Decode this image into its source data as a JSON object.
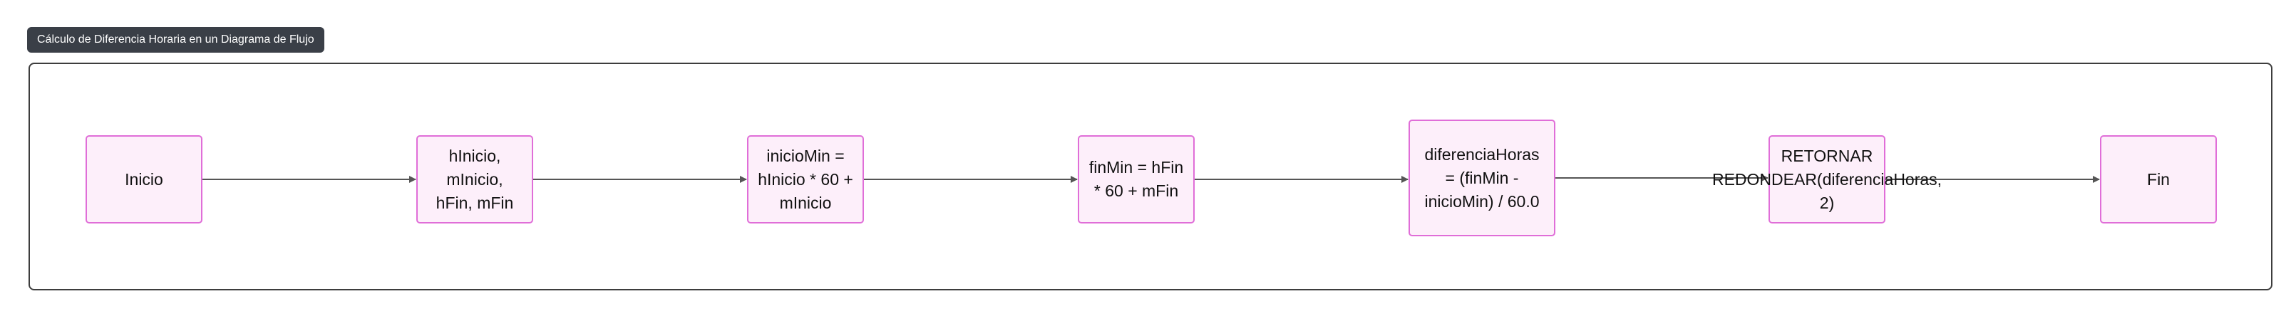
{
  "diagram": {
    "title": "Cálculo de Diferencia Horaria en un Diagrama de Flujo",
    "nodes": [
      {
        "id": "inicio",
        "label": "Inicio"
      },
      {
        "id": "entrada",
        "label": "hInicio, mInicio, hFin, mFin"
      },
      {
        "id": "inicio-min",
        "label": "inicioMin = hInicio * 60 + mInicio"
      },
      {
        "id": "fin-min",
        "label": "finMin = hFin * 60 + mFin"
      },
      {
        "id": "diferencia",
        "label": "diferenciaHoras = (finMin - inicioMin) / 60.0"
      },
      {
        "id": "retornar",
        "label": "RETORNAR REDONDEAR(diferenciaHoras, 2)"
      },
      {
        "id": "fin",
        "label": "Fin"
      }
    ],
    "edges": [
      {
        "from": "inicio",
        "to": "entrada"
      },
      {
        "from": "entrada",
        "to": "inicio-min"
      },
      {
        "from": "inicio-min",
        "to": "fin-min"
      },
      {
        "from": "fin-min",
        "to": "diferencia"
      },
      {
        "from": "diferencia",
        "to": "retornar"
      },
      {
        "from": "retornar",
        "to": "fin"
      }
    ],
    "colors": {
      "node_fill": "#fdeffa",
      "node_border": "#e06ed8",
      "edge": "#555555",
      "frame_border": "#3d3d3d",
      "title_bg": "#3a3f47"
    }
  }
}
